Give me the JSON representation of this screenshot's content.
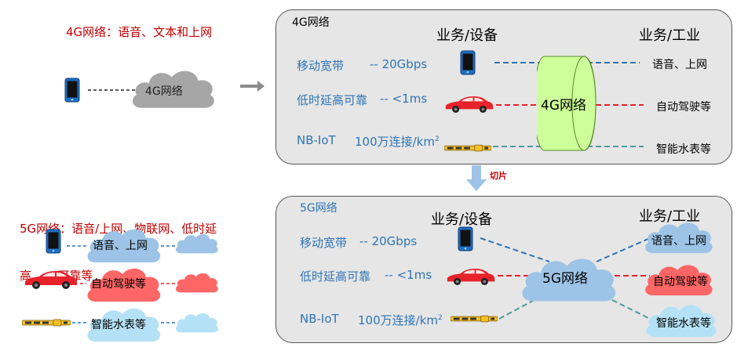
{
  "left_top": {
    "caption": "4G网络：语音、文本和上网",
    "cloud_label": "4G网络"
  },
  "left_bottom": {
    "caption_line1": "5G网络：语音/上网、物联网、低时延",
    "caption_line2": "高       可靠等",
    "clouds": [
      "语音、上网",
      "自动驾驶等",
      "智能水表等"
    ]
  },
  "panel_4g": {
    "title": "4G网络",
    "header_device": "业务/设备",
    "header_industry": "业务/工业",
    "rows": [
      {
        "name": "移动宽带",
        "spec": "-- 20Gbps",
        "service": "语音、上网"
      },
      {
        "name": "低时延高可靠",
        "spec": "-- <1ms",
        "service": "自动驾驶等"
      },
      {
        "name": "NB-IoT",
        "spec": "100万连接/km",
        "spec_sup": "2",
        "service": "智能水表等"
      }
    ],
    "center": "4G网络"
  },
  "slice_label": "切片",
  "panel_5g": {
    "title": "5G网络",
    "header_device": "业务/设备",
    "header_industry": "业务/工业",
    "rows": [
      {
        "name": "移动宽带",
        "spec": "-- 20Gbps",
        "service": "语音、上网"
      },
      {
        "name": "低时延高可靠",
        "spec": "-- <1ms",
        "service": "自动驾驶等"
      },
      {
        "name": "NB-IoT",
        "spec": "100万连接/km",
        "spec_sup": "2",
        "service": "智能水表等"
      }
    ],
    "center": "5G网络"
  },
  "colors": {
    "caption_red": "#c00000",
    "text_blue": "#2e74b5",
    "cloud_gray": "#a6a6a6",
    "cloud_blue": "#9dc3e6",
    "cloud_red": "#ff6666",
    "cloud_cyan": "#b4e1f5",
    "cylinder": "#ccff99",
    "car": "#e8222a",
    "meter": "#f5c02a",
    "arrow_blue": "#9dc3e6"
  },
  "icons": [
    "phone-icon",
    "car-icon",
    "water-meter-icon",
    "cloud-icon",
    "cylinder-icon",
    "arrow-right-icon",
    "arrow-down-icon"
  ]
}
